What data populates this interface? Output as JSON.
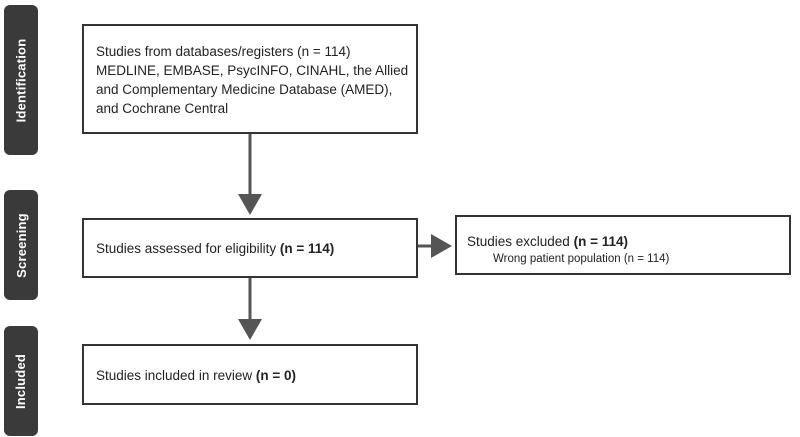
{
  "stages": {
    "identification": "Identification",
    "screening": "Screening",
    "included": "Included"
  },
  "identification_box": {
    "line1": "Studies from databases/registers (n = 114)",
    "line2": "MEDLINE, EMBASE, PsycINFO, CINAHL, the Allied",
    "line3": "and Complementary Medicine Database (AMED),",
    "line4": "and Cochrane Central"
  },
  "screening_box": {
    "text": "Studies assessed for eligibility ",
    "count": "(n = 114)"
  },
  "excluded_box": {
    "title": "Studies excluded ",
    "count": "(n = 114)",
    "reason": "Wrong patient population (n = 114)"
  },
  "included_box": {
    "text": "Studies included in review ",
    "count": "(n = 0)"
  },
  "colors": {
    "stage_bg": "#3a3a3a",
    "border": "#333333",
    "arrow": "#555555"
  }
}
